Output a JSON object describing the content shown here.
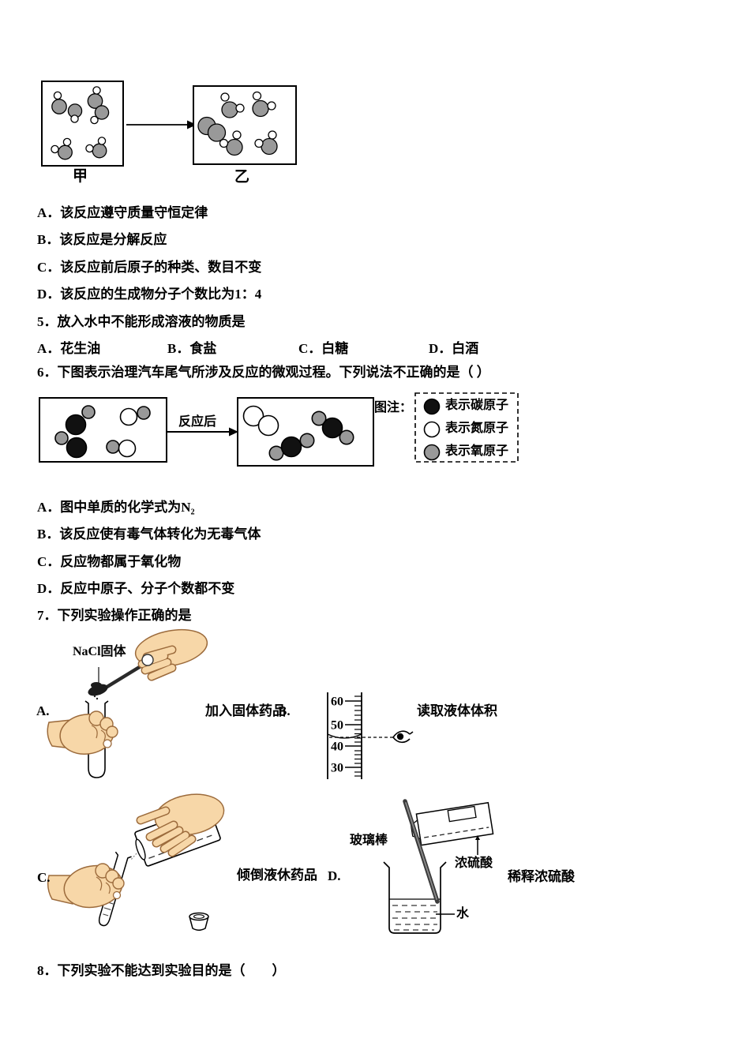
{
  "colors": {
    "atom_black": "#111111",
    "atom_white": "#ffffff",
    "atom_gray": "#999999",
    "skin": "#f7d7a8",
    "label_red": "#b03030"
  },
  "q4": {
    "fig": {
      "left_label": "甲",
      "right_label": "乙"
    },
    "options": [
      "A．该反应遵守质量守恒定律",
      "B．该反应是分解反应",
      "C．该反应前后原子的种类、数目不变",
      "D．该反应的生成物分子个数比为1：4"
    ]
  },
  "q5": {
    "stem": "5．放入水中不能形成溶液的物质是",
    "options": [
      "A．花生油",
      "B．食盐",
      "C．白糖",
      "D．白酒"
    ]
  },
  "q6": {
    "stem": "6．下图表示治理汽车尾气所涉及反应的微观过程。下列说法不正确的是（ ）",
    "fig": {
      "arrow_label": "反应后",
      "legend_title": "图注：",
      "legend": [
        {
          "name": "carbon-atom",
          "color": "#111111",
          "label": "表示碳原子"
        },
        {
          "name": "nitrogen-atom",
          "color": "#ffffff",
          "label": "表示氮原子"
        },
        {
          "name": "oxygen-atom",
          "color": "#999999",
          "label": "表示氧原子"
        }
      ]
    },
    "options": [
      "A．图中单质的化学式为N₂",
      "B．该反应使有毒气体转化为无毒气体",
      "C．反应物都属于氧化物",
      "D．反应中原子、分子个数都不变"
    ]
  },
  "q7": {
    "stem": "7．下列实验操作正确的是",
    "items": [
      {
        "letter": "A.",
        "caption": "加入固体药品",
        "labels": {
          "reagent": "NaCl固体"
        }
      },
      {
        "letter": "B.",
        "caption": "读取液体体积",
        "scale": [
          "60",
          "50",
          "40",
          "30"
        ]
      },
      {
        "letter": "C.",
        "caption": "倾倒液休药品"
      },
      {
        "letter": "D.",
        "caption": "稀释浓硫酸",
        "labels": {
          "rod": "玻璃棒",
          "acid": "浓硫酸",
          "water": "水"
        }
      }
    ]
  },
  "q8": {
    "stem": "8．下列实验不能达到实验目的是（　　）"
  }
}
